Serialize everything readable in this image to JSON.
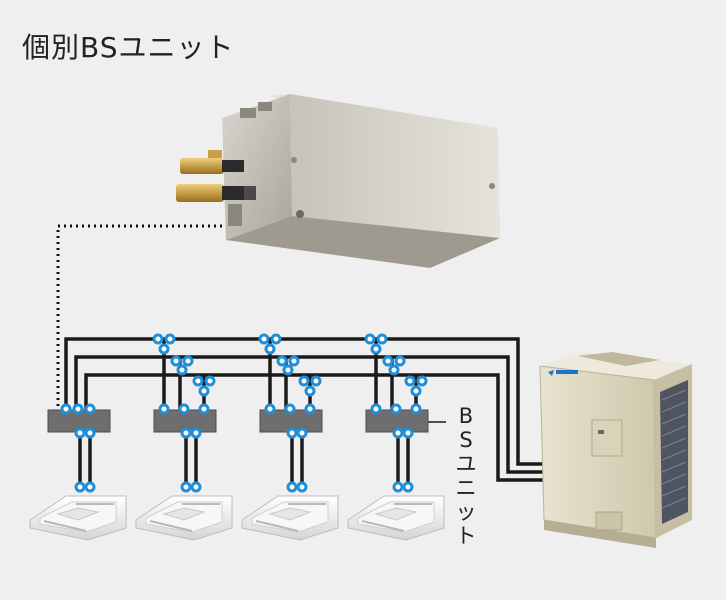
{
  "title": "個別BSユニット",
  "bs_label": "BSユニット",
  "colors": {
    "background": "#efefef",
    "pipe": "#1a1a1a",
    "connector": "#1e8fd8",
    "bs_box": "#6e6e6e"
  },
  "icons": [
    "bs-unit-photo",
    "ceiling-cassette-icon",
    "outdoor-unit-icon",
    "logo-icon"
  ]
}
